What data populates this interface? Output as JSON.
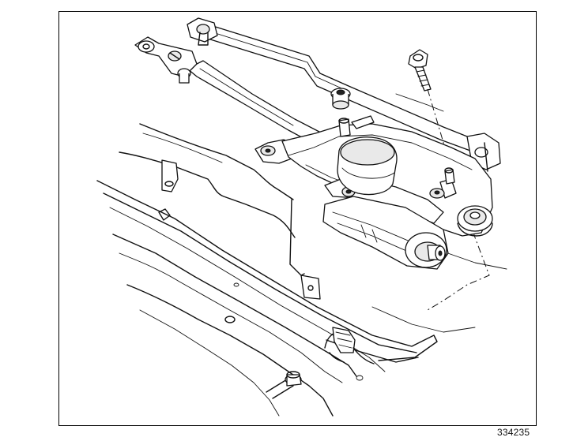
{
  "figure": {
    "number": "334235"
  },
  "parts": [
    "wiper-linkage-arm-assembly",
    "wiper-motor",
    "motor-mounting-bracket",
    "mounting-bolt",
    "pivot-post-left",
    "pivot-post-right",
    "plenum-panel",
    "electrical-connector"
  ]
}
